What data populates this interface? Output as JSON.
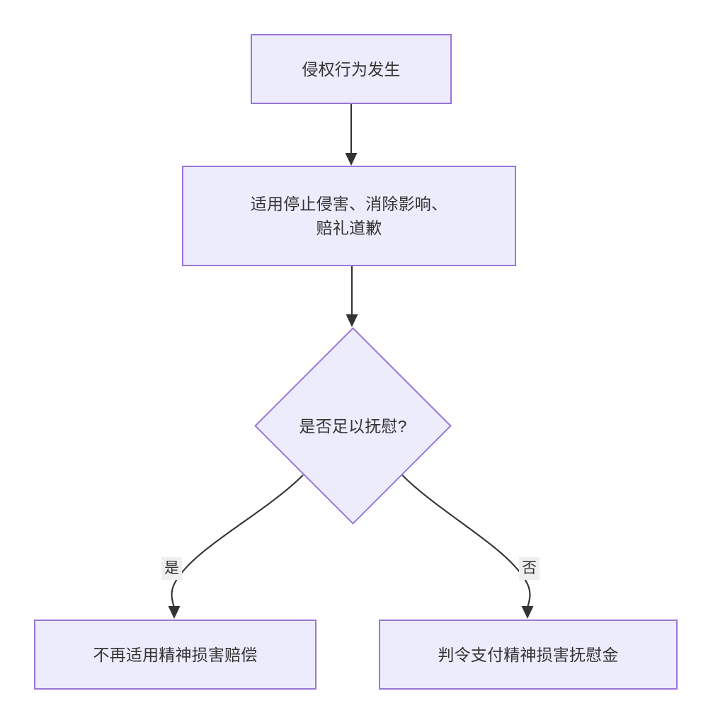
{
  "diagram": {
    "type": "flowchart",
    "direction": "top-down",
    "background_color": "#ffffff",
    "node_fill_color": "#ececfd",
    "node_border_color": "#9a76d8",
    "edge_color": "#333333",
    "text_color": "#333333",
    "edge_label_background": "#efefef",
    "nodes": [
      {
        "id": "start",
        "shape": "rectangle",
        "label": "侵权行为发生"
      },
      {
        "id": "remedy",
        "shape": "rectangle",
        "label": "适用停止侵害、消除影响、\n赔礼道歉"
      },
      {
        "id": "decision",
        "shape": "diamond",
        "label": "是否足以抚慰?"
      },
      {
        "id": "no_compensation",
        "shape": "rectangle",
        "label": "不再适用精神损害赔偿"
      },
      {
        "id": "award",
        "shape": "rectangle",
        "label": "判令支付精神损害抚慰金"
      }
    ],
    "edges": [
      {
        "id": "e1",
        "from": "start",
        "to": "remedy",
        "label": ""
      },
      {
        "id": "e2",
        "from": "remedy",
        "to": "decision",
        "label": ""
      },
      {
        "id": "e3",
        "from": "decision",
        "to": "no_compensation",
        "label": "是"
      },
      {
        "id": "e4",
        "from": "decision",
        "to": "award",
        "label": "否"
      }
    ]
  }
}
